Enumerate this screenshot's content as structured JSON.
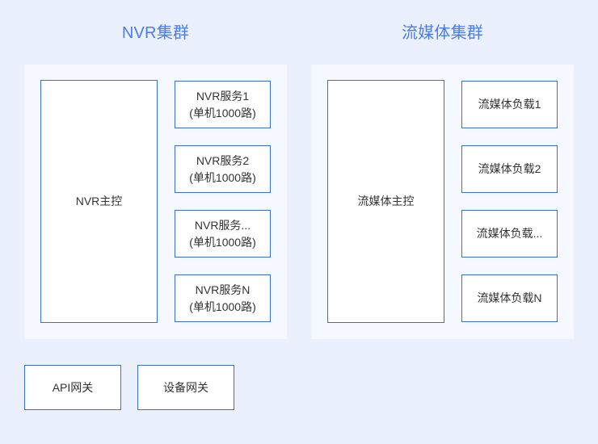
{
  "diagram": {
    "background_color": "#eaf1fd",
    "panel_color": "#f5f8fe",
    "title_color": "#4a7cf0",
    "box_border_color": "#3a6fd8",
    "box_fill_color": "#ffffff",
    "text_color": "#333333"
  },
  "clusters": [
    {
      "title": "NVR集群",
      "master": {
        "label": "NVR主控"
      },
      "workers": [
        {
          "line1": "NVR服务1",
          "line2": "(单机1000路)"
        },
        {
          "line1": "NVR服务2",
          "line2": "(单机1000路)"
        },
        {
          "line1": "NVR服务...",
          "line2": "(单机1000路)"
        },
        {
          "line1": "NVR服务N",
          "line2": "(单机1000路)"
        }
      ]
    },
    {
      "title": "流媒体集群",
      "master": {
        "label": "流媒体主控"
      },
      "workers": [
        {
          "line1": "流媒体负载1",
          "line2": ""
        },
        {
          "line1": "流媒体负载2",
          "line2": ""
        },
        {
          "line1": "流媒体负载...",
          "line2": ""
        },
        {
          "line1": "流媒体负载N",
          "line2": ""
        }
      ]
    }
  ],
  "gateways": [
    {
      "label": "API网关"
    },
    {
      "label": "设备网关"
    }
  ]
}
